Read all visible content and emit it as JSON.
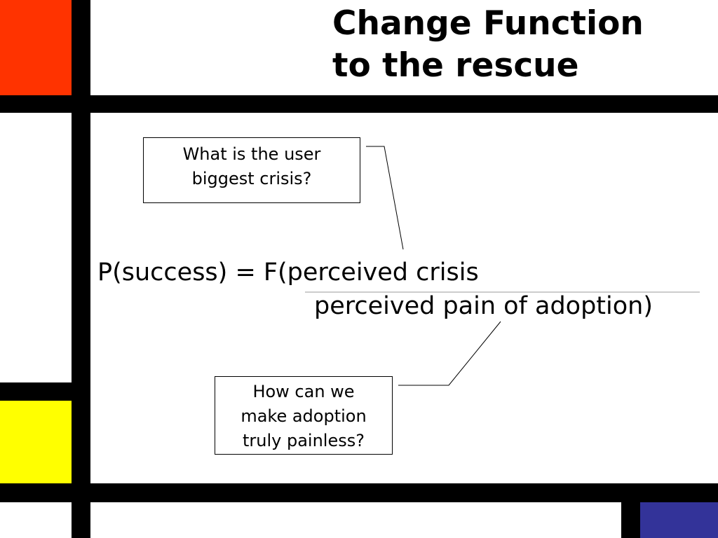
{
  "slide": {
    "title_lines": [
      "Change Function",
      "to the rescue"
    ],
    "formula": {
      "numerator": "P(success) = F(perceived crisis",
      "denominator": "perceived pain of adoption)"
    },
    "callouts": {
      "top": [
        "What is the user",
        "biggest crisis?"
      ],
      "bottom": [
        "How can we",
        "make adoption",
        "truly painless?"
      ]
    }
  },
  "colors": {
    "red": "#ff3300",
    "yellow": "#ffff00",
    "blue": "#333399",
    "bars": "#000000",
    "background": "#ffffff"
  }
}
